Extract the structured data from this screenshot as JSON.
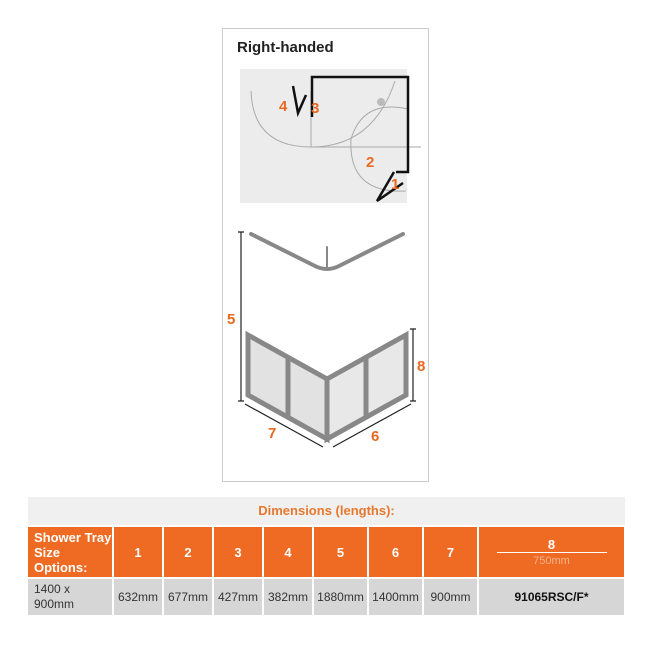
{
  "diagram": {
    "title": "Right-handed",
    "labels": [
      "1",
      "2",
      "3",
      "4",
      "5",
      "6",
      "7",
      "8"
    ]
  },
  "table": {
    "header": "Dimensions (lengths):",
    "first_header": "Shower Tray Size Options:",
    "columns": [
      "1",
      "2",
      "3",
      "4",
      "5",
      "6",
      "7",
      "8"
    ],
    "col8_sub": "750mm",
    "row": [
      "1400 x 900mm",
      "632mm",
      "677mm",
      "427mm",
      "382mm",
      "1880mm",
      "1400mm",
      "900mm",
      "91065RSC/F*"
    ]
  },
  "colors": {
    "accent": "#ef6a22",
    "header_bg": "#f0f0f0",
    "row_bg": "#d6d6d6"
  }
}
